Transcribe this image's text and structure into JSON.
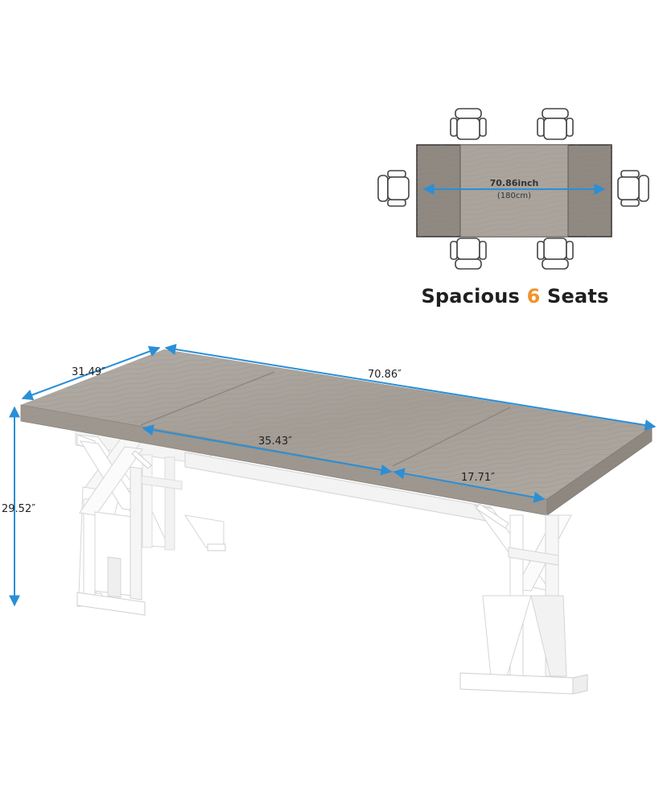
{
  "seating_diagram": {
    "length_label": "70.86inch",
    "length_metric_label": "(180cm)",
    "seat_count": 6
  },
  "caption": {
    "prefix": "Spacious",
    "number": "6",
    "suffix": "Seats"
  },
  "dimensions": {
    "depth": "31.49″",
    "length": "70.86″",
    "height": "29.52″",
    "center_panel": "35.43″",
    "side_panel": "17.71″"
  },
  "colors": {
    "dimension_line": "#2b8fd6",
    "wood": "#a9a39c",
    "wood_dark": "#8f8983",
    "frame": "#ffffff",
    "accent": "#f0932b"
  }
}
